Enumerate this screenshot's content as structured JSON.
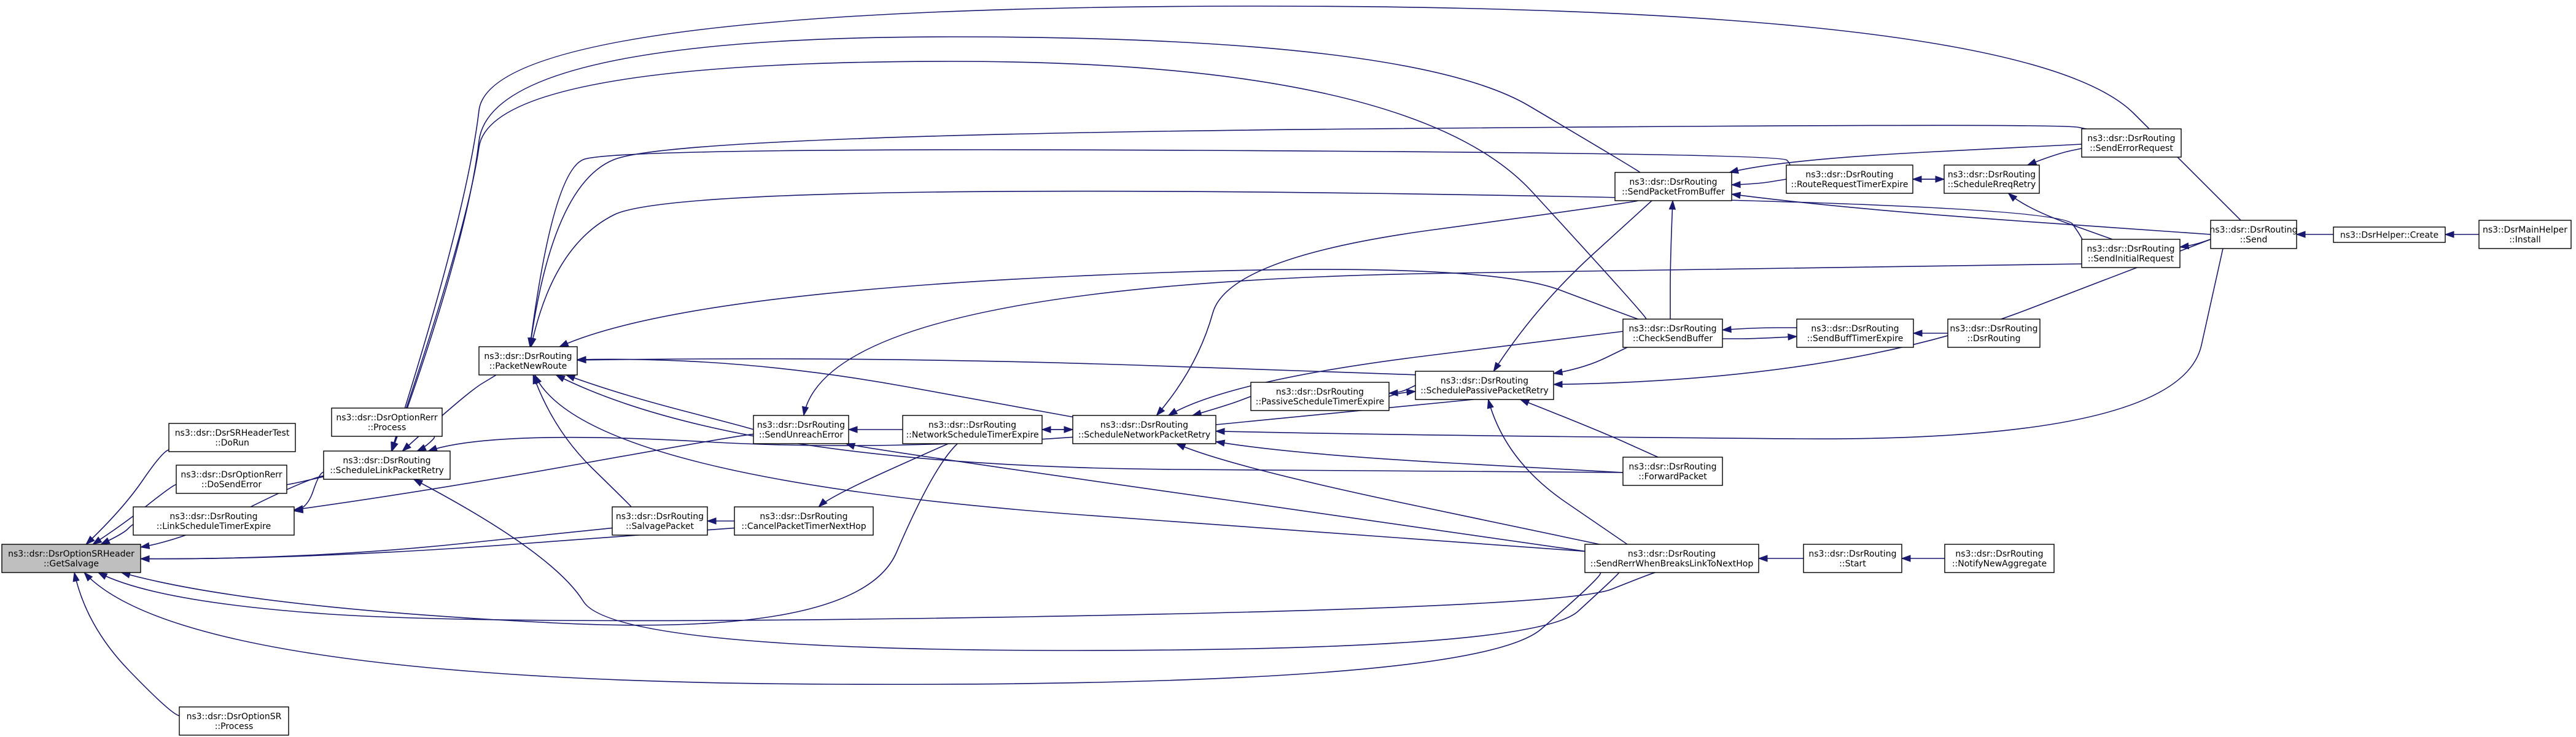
{
  "diagram": {
    "type": "call-graph",
    "colors": {
      "edge": "#191970",
      "root_fill": "#bfbfbf",
      "node_fill": "#ffffff",
      "node_border": "#000000"
    },
    "nodes": [
      {
        "id": "getsalvage",
        "lines": [
          "ns3::dsr::DsrOptionSRHeader",
          "::GetSalvage"
        ],
        "root": true
      },
      {
        "id": "dsrsrheadertest",
        "lines": [
          "ns3::dsr::DsrSRHeaderTest",
          "::DoRun"
        ]
      },
      {
        "id": "dosenderror",
        "lines": [
          "ns3::dsr::DsrOptionRerr",
          "::DoSendError"
        ]
      },
      {
        "id": "linkscheduletimerexpire",
        "lines": [
          "ns3::dsr::DsrRouting",
          "::LinkScheduleTimerExpire"
        ]
      },
      {
        "id": "optionsrprocess",
        "lines": [
          "ns3::dsr::DsrOptionSR",
          "::Process"
        ]
      },
      {
        "id": "optionrerrprocess",
        "lines": [
          "ns3::dsr::DsrOptionRerr",
          "::Process"
        ]
      },
      {
        "id": "schedulelinkpacketretry",
        "lines": [
          "ns3::dsr::DsrRouting",
          "::ScheduleLinkPacketRetry"
        ]
      },
      {
        "id": "packetnewroute",
        "lines": [
          "ns3::dsr::DsrRouting",
          "::PacketNewRoute"
        ]
      },
      {
        "id": "salvagepacket",
        "lines": [
          "ns3::dsr::DsrRouting",
          "::SalvagePacket"
        ]
      },
      {
        "id": "cancelpackettimernexthop",
        "lines": [
          "ns3::dsr::DsrRouting",
          "::CancelPacketTimerNextHop"
        ]
      },
      {
        "id": "sendunreacherror",
        "lines": [
          "ns3::dsr::DsrRouting",
          "::SendUnreachError"
        ]
      },
      {
        "id": "networkscheduletimerexpire",
        "lines": [
          "ns3::dsr::DsrRouting",
          "::NetworkScheduleTimerExpire"
        ]
      },
      {
        "id": "schedulenetworkpacketretry",
        "lines": [
          "ns3::dsr::DsrRouting",
          "::ScheduleNetworkPacketRetry"
        ]
      },
      {
        "id": "passivescheduletimerexpire",
        "lines": [
          "ns3::dsr::DsrRouting",
          "::PassiveScheduleTimerExpire"
        ]
      },
      {
        "id": "schedulepassivepacketretry",
        "lines": [
          "ns3::dsr::DsrRouting",
          "::SchedulePassivePacketRetry"
        ]
      },
      {
        "id": "sendpacketfrombuffer",
        "lines": [
          "ns3::dsr::DsrRouting",
          "::SendPacketFromBuffer"
        ]
      },
      {
        "id": "checksendbuffer",
        "lines": [
          "ns3::dsr::DsrRouting",
          "::CheckSendBuffer"
        ]
      },
      {
        "id": "forwardpacket",
        "lines": [
          "ns3::dsr::DsrRouting",
          "::ForwardPacket"
        ]
      },
      {
        "id": "sendrerrwhenbreakslinktonexthop",
        "lines": [
          "ns3::dsr::DsrRouting",
          "::SendRerrWhenBreaksLinkToNextHop"
        ]
      },
      {
        "id": "routerequesttimerexpire",
        "lines": [
          "ns3::dsr::DsrRouting",
          "::RouteRequestTimerExpire"
        ]
      },
      {
        "id": "schedulerreqretry",
        "lines": [
          "ns3::dsr::DsrRouting",
          "::ScheduleRreqRetry"
        ]
      },
      {
        "id": "senderrorrequest",
        "lines": [
          "ns3::dsr::DsrRouting",
          "::SendErrorRequest"
        ]
      },
      {
        "id": "sendinitialrequest",
        "lines": [
          "ns3::dsr::DsrRouting",
          "::SendInitialRequest"
        ]
      },
      {
        "id": "send",
        "lines": [
          "ns3::dsr::DsrRouting",
          "::Send"
        ]
      },
      {
        "id": "dsrhelpercreate",
        "lines": [
          "ns3::DsrHelper::Create"
        ]
      },
      {
        "id": "dsrmainhelperinstall",
        "lines": [
          "ns3::DsrMainHelper",
          "::Install"
        ]
      },
      {
        "id": "sendbufftimerexpire",
        "lines": [
          "ns3::dsr::DsrRouting",
          "::SendBuffTimerExpire"
        ]
      },
      {
        "id": "dsrrouting",
        "lines": [
          "ns3::dsr::DsrRouting",
          "::DsrRouting"
        ]
      },
      {
        "id": "start",
        "lines": [
          "ns3::dsr::DsrRouting",
          "::Start"
        ]
      },
      {
        "id": "notifynewaggregate",
        "lines": [
          "ns3::dsr::DsrRouting",
          "::NotifyNewAggregate"
        ]
      }
    ]
  }
}
